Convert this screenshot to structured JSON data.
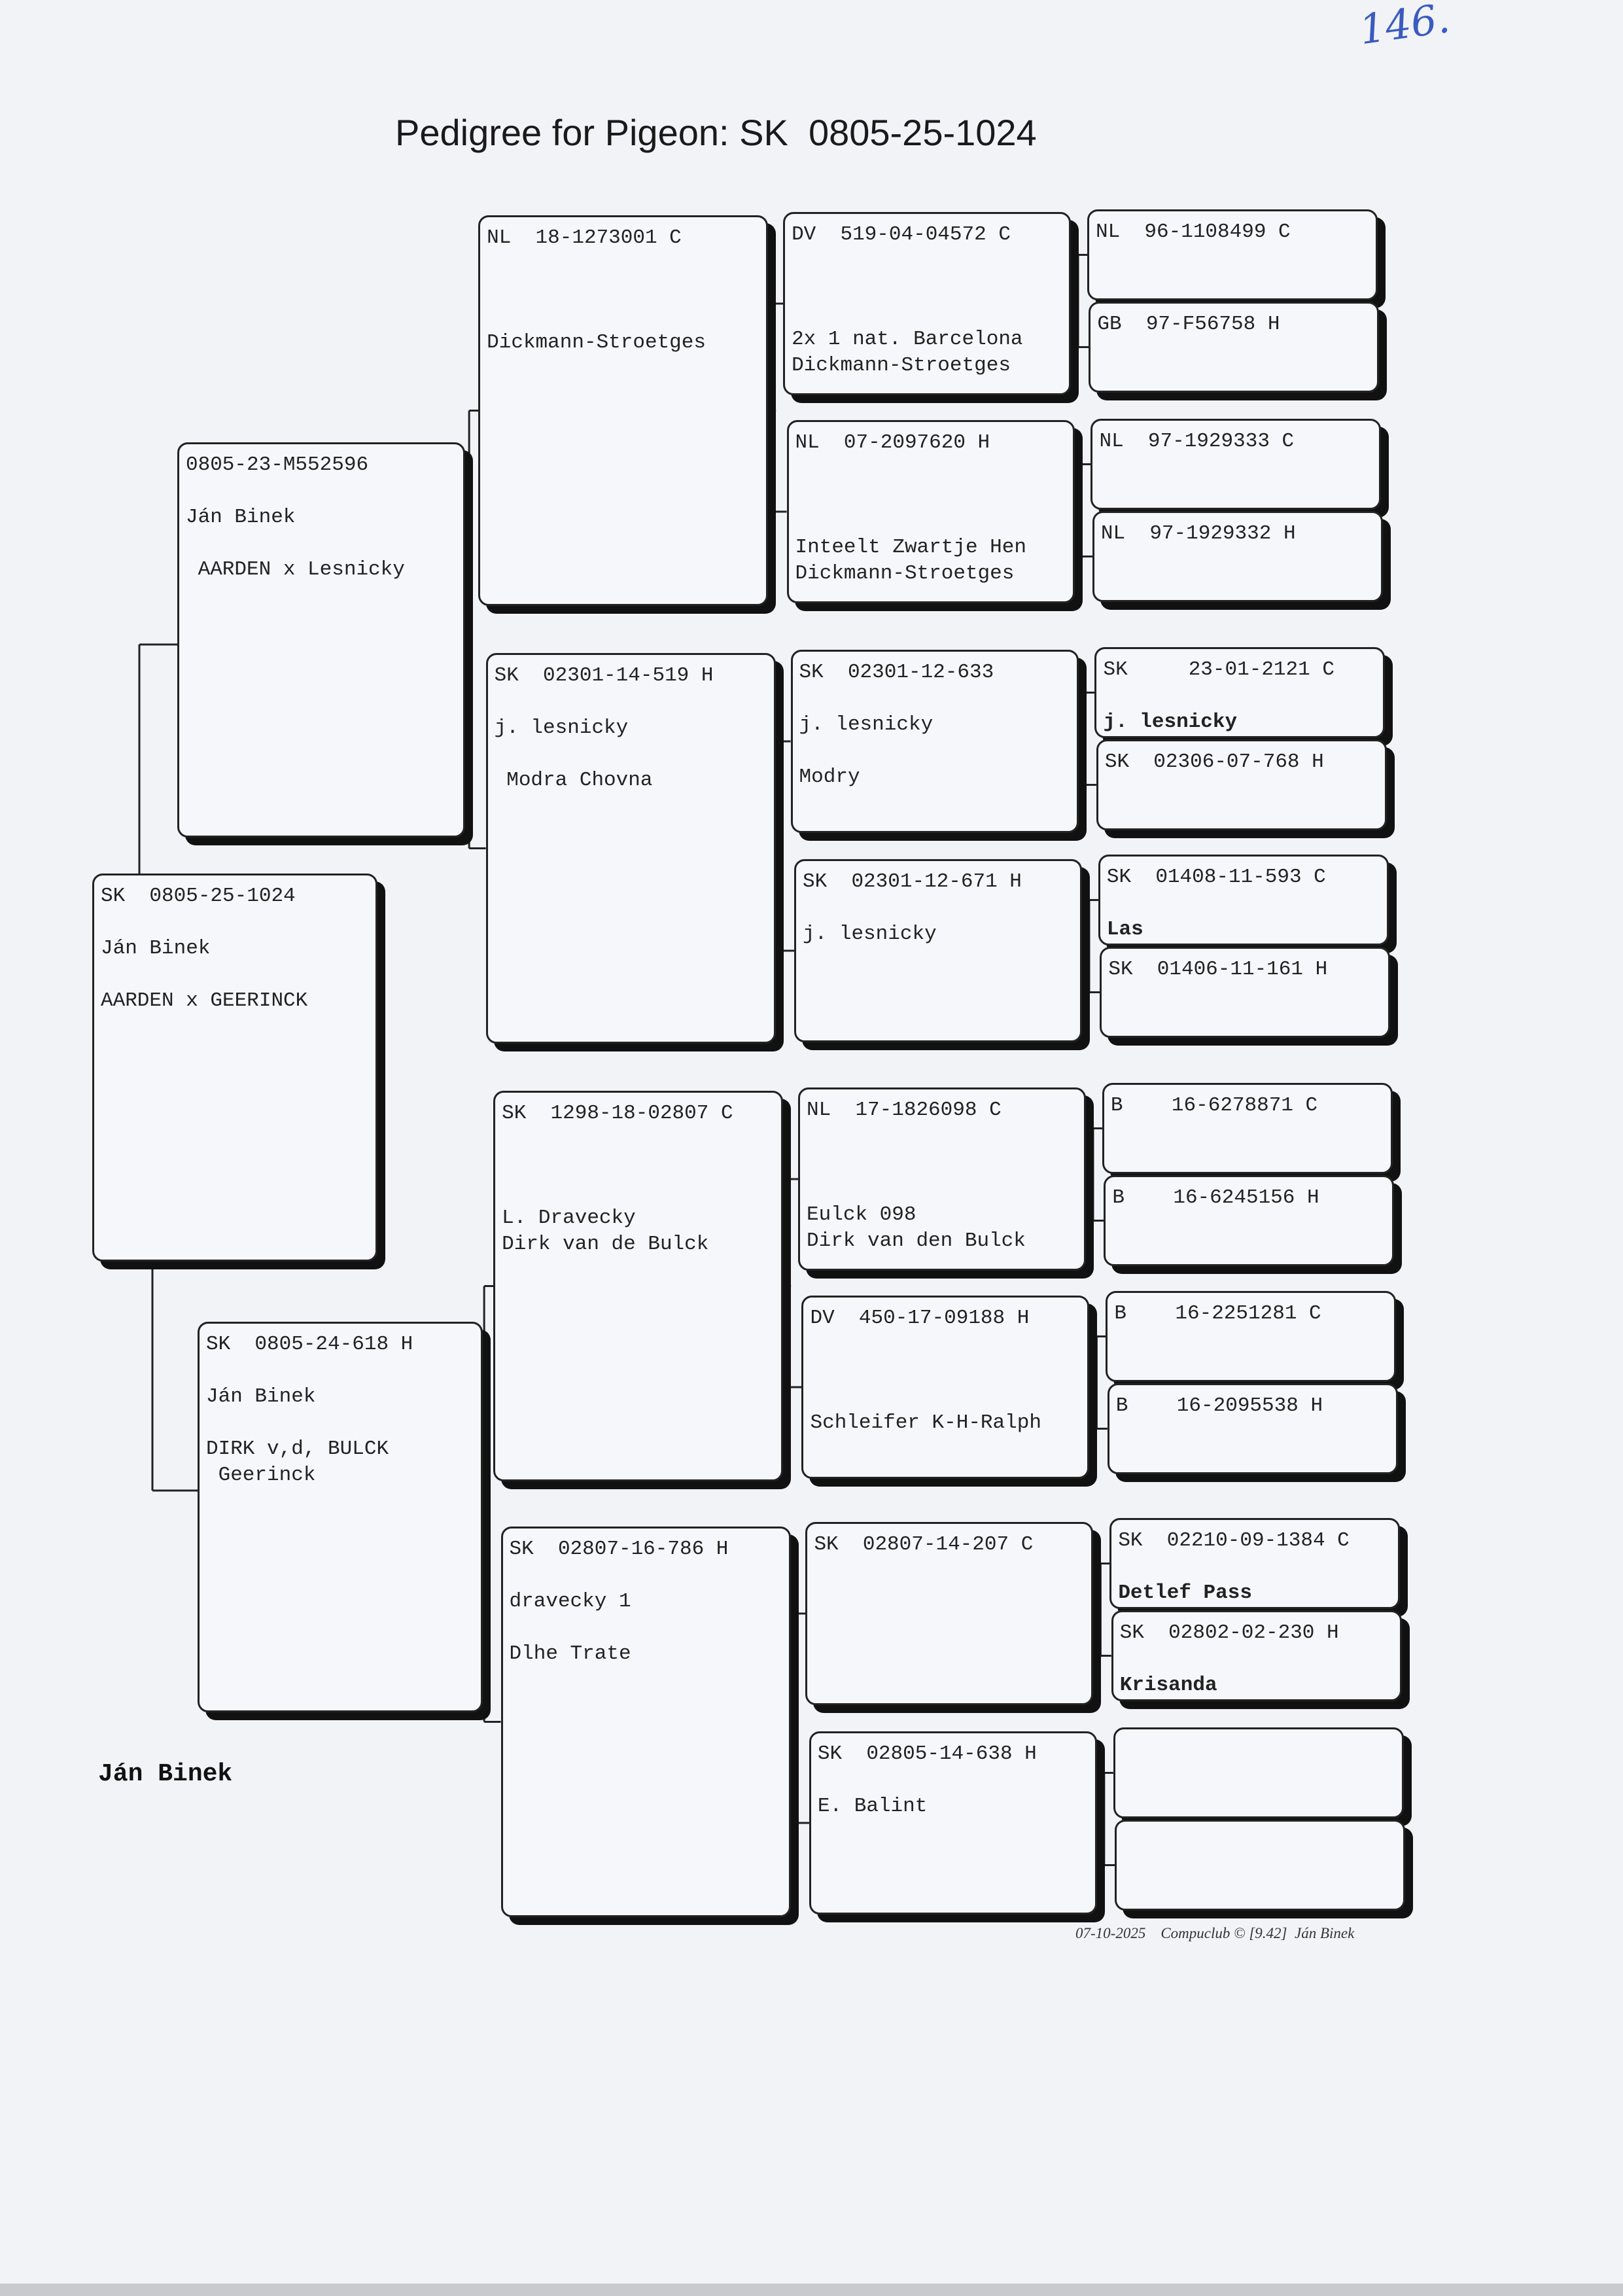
{
  "header": {
    "title": "Pedigree for Pigeon: SK  0805-25-1024",
    "handwritten_note": "146."
  },
  "pigeon": {
    "lines": [
      "SK  0805-25-1024",
      "Ján Binek",
      "AARDEN x GEERINCK"
    ]
  },
  "parents": [
    {
      "lines": [
        "0805-23-M552596",
        "Ján Binek",
        " AARDEN x Lesnicky"
      ]
    },
    {
      "lines": [
        "SK  0805-24-618 H",
        "Ján Binek",
        "DIRK v,d, BULCK",
        " Geerinck"
      ]
    }
  ],
  "grandparents": [
    {
      "lines": [
        "NL  18-1273001 C",
        "Dickmann-Stroetges"
      ]
    },
    {
      "lines": [
        "SK  02301-14-519 H",
        "j. lesnicky",
        " Modra Chovna"
      ]
    },
    {
      "lines": [
        "SK  1298-18-02807 C",
        "L. Dravecky",
        "Dirk van de Bulck"
      ]
    },
    {
      "lines": [
        "SK  02807-16-786 H",
        "dravecky 1",
        "Dlhe Trate"
      ]
    }
  ],
  "great_grandparents": [
    {
      "lines": [
        "DV  519-04-04572 C",
        "2x 1 nat. Barcelona",
        "Dickmann-Stroetges"
      ]
    },
    {
      "lines": [
        "NL  07-2097620 H",
        "Inteelt Zwartje Hen",
        "Dickmann-Stroetges"
      ]
    },
    {
      "lines": [
        "SK  02301-12-633",
        "j. lesnicky",
        "Modry"
      ]
    },
    {
      "lines": [
        "SK  02301-12-671 H",
        "j. lesnicky"
      ]
    },
    {
      "lines": [
        "NL  17-1826098 C",
        "Eulck 098",
        "Dirk van den Bulck"
      ]
    },
    {
      "lines": [
        "DV  450-17-09188 H",
        "Schleifer K-H-Ralph"
      ]
    },
    {
      "lines": [
        "SK  02807-14-207 C"
      ]
    },
    {
      "lines": [
        "SK  02805-14-638 H",
        "E. Balint"
      ]
    }
  ],
  "great_great_grandparents": [
    {
      "lines": [
        "NL  96-1108499 C"
      ]
    },
    {
      "lines": [
        "GB  97-F56758 H"
      ]
    },
    {
      "lines": [
        "NL  97-1929333 C"
      ]
    },
    {
      "lines": [
        "NL  97-1929332 H"
      ]
    },
    {
      "lines": [
        "SK     23-01-2121 C",
        "j. lesnicky"
      ]
    },
    {
      "lines": [
        "SK  02306-07-768 H"
      ]
    },
    {
      "lines": [
        "SK  01408-11-593 C",
        "Las"
      ]
    },
    {
      "lines": [
        "SK  01406-11-161 H"
      ]
    },
    {
      "lines": [
        "B    16-6278871 C"
      ]
    },
    {
      "lines": [
        "B    16-6245156 H"
      ]
    },
    {
      "lines": [
        "B    16-2251281 C"
      ]
    },
    {
      "lines": [
        "B    16-2095538 H"
      ]
    },
    {
      "lines": [
        "SK  02210-09-1384 C",
        "Detlef Pass"
      ]
    },
    {
      "lines": [
        "SK  02802-02-230 H",
        "Krisanda"
      ]
    },
    {
      "lines": []
    },
    {
      "lines": []
    }
  ],
  "owner_label": "Ján Binek",
  "footer": {
    "date": "07-10-2025",
    "software": "Compuclub © [9.42]",
    "owner": "Ján Binek"
  }
}
